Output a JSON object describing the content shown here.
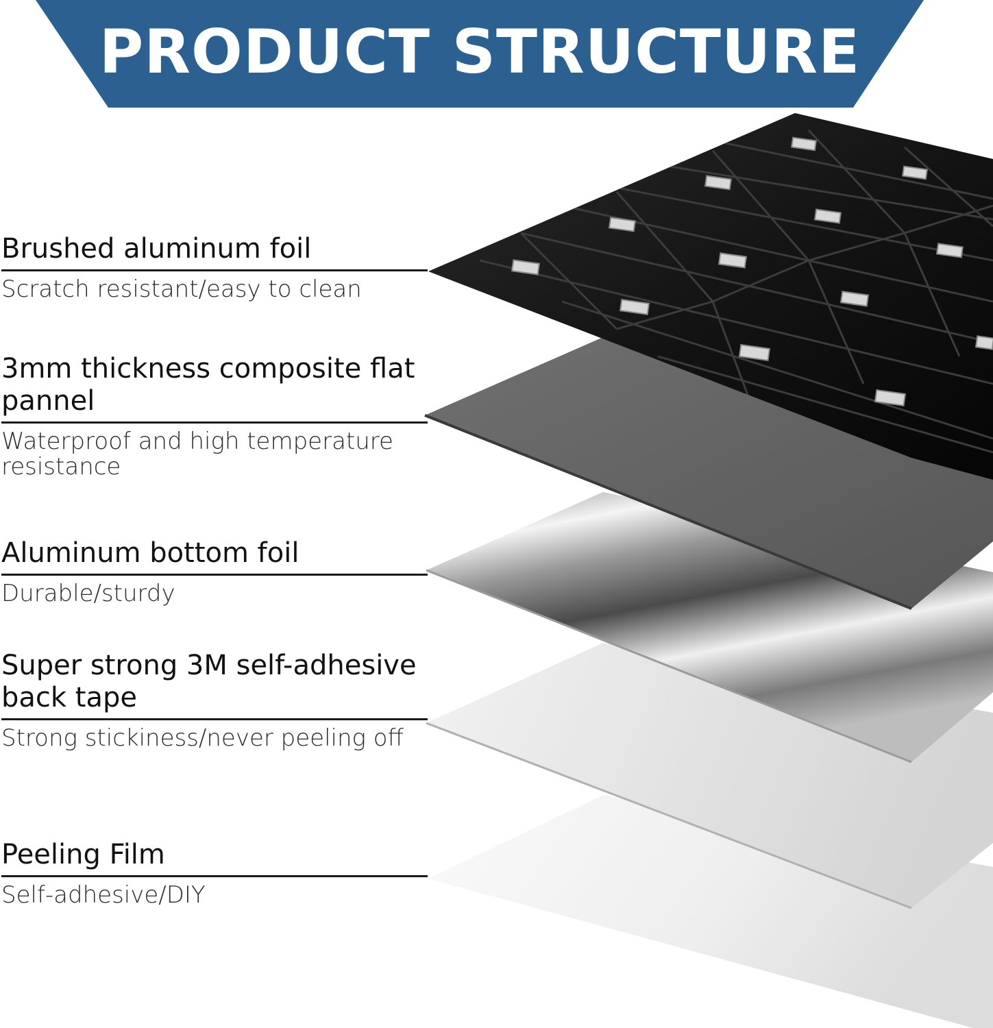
{
  "banner": {
    "title": "PRODUCT STRUCTURE",
    "color": "#2b6090"
  },
  "layers": [
    {
      "name": "Brushed aluminum foil",
      "description": "Scratch resistant/easy to clean"
    },
    {
      "name": "3mm thickness composite flat pannel",
      "description": "Waterproof and high temperature resistance"
    },
    {
      "name": "Aluminum bottom foil",
      "description": "Durable/sturdy"
    },
    {
      "name": "Super strong 3M self-adhesive back tape",
      "description": "Strong stickiness/never peeling off"
    },
    {
      "name": "Peeling Film",
      "description": "Self-adhesive/DIY"
    }
  ]
}
